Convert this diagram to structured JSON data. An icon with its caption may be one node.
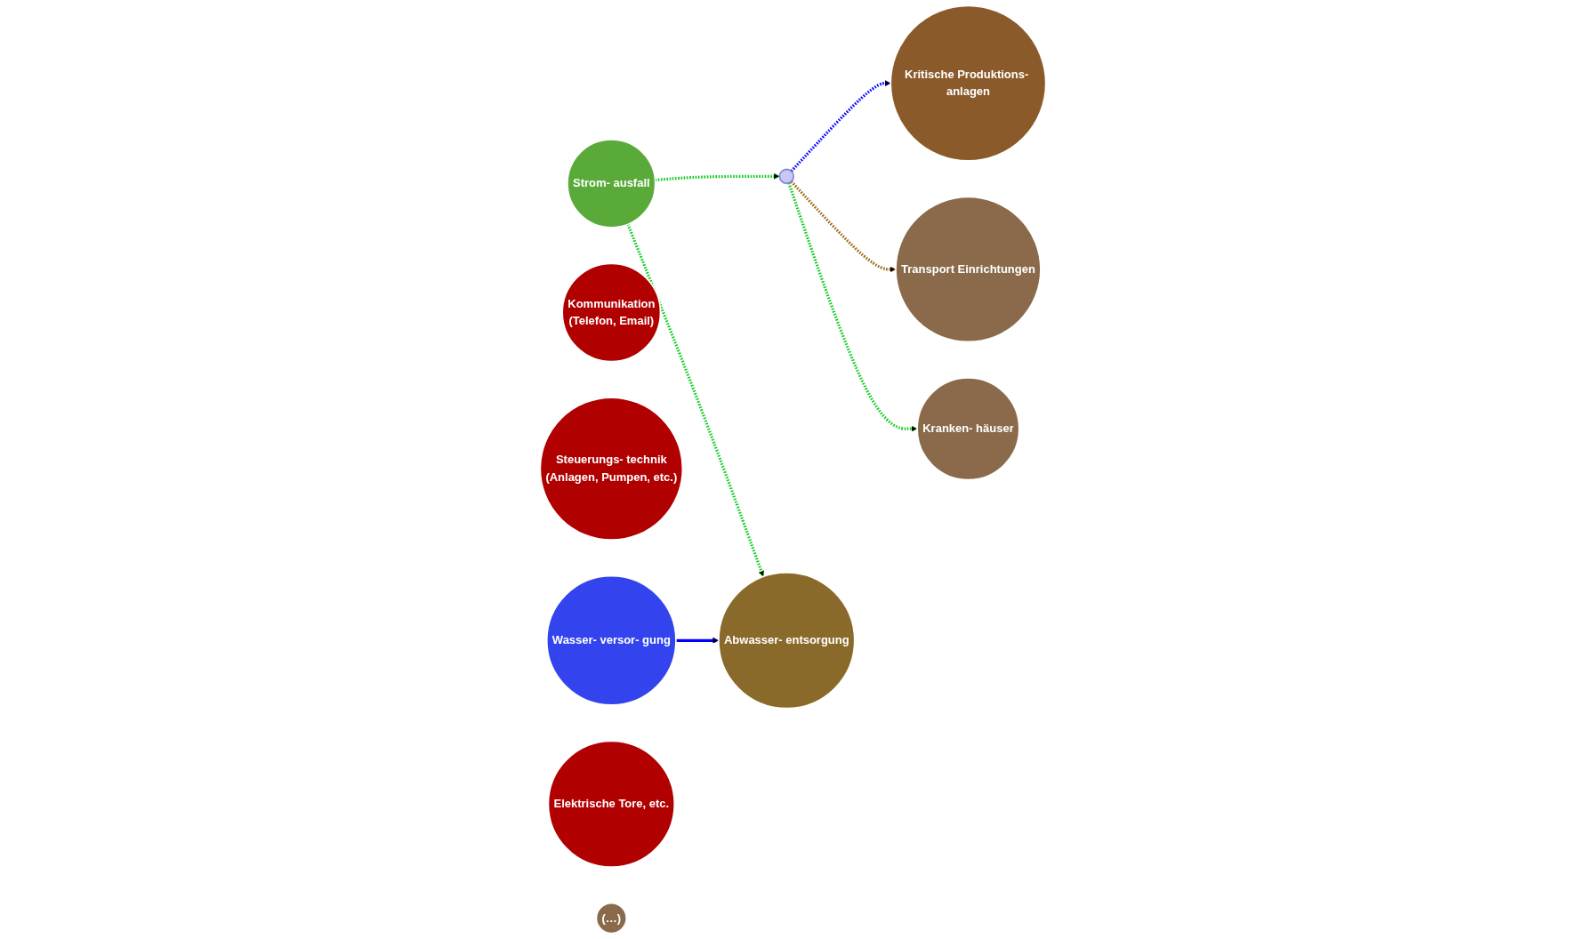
{
  "diagram": {
    "nodes": [
      {
        "text": [
          "Strom- ausfall"
        ]
      },
      {
        "text": [],
        "shape": "circle"
      },
      {
        "text": [
          "Kommunikation",
          "(Telefon, Email)"
        ]
      },
      {
        "text": [
          "Steuerungs- technik",
          "(Anlagen, Pumpen, etc.)"
        ]
      },
      {
        "text": [
          "Wasser- versor- gung"
        ]
      },
      {
        "text": [
          "Elektrische Tore, etc."
        ]
      },
      {
        "text": [
          "Abwasser- entsorgung"
        ]
      },
      {
        "text": [
          "Kritische Produktions- anlagen"
        ]
      },
      {
        "text": [
          "Transport Einrichtungen"
        ]
      },
      {
        "text": [
          "Kranken- häuser"
        ]
      },
      {
        "text": [
          "(…)"
        ]
      }
    ],
    "edges": [
      {
        "from": 0,
        "to": 1,
        "arrow": "to",
        "style": "dashed"
      },
      {
        "from": 0,
        "to": 6,
        "arrow": "to",
        "style": "dashed"
      },
      {
        "from": 4,
        "to": 6,
        "arrow": "to",
        "color": "#0000ff"
      },
      {
        "from": 1,
        "to": 7,
        "arrow": "to",
        "style": "dashed",
        "color": "#0000ff"
      },
      {
        "from": 1,
        "to": 8,
        "arrow": "to",
        "style": "dashed",
        "color": "#9a6a10"
      },
      {
        "from": 1,
        "to": 9,
        "arrow": "to",
        "style": "dashed"
      }
    ]
  }
}
